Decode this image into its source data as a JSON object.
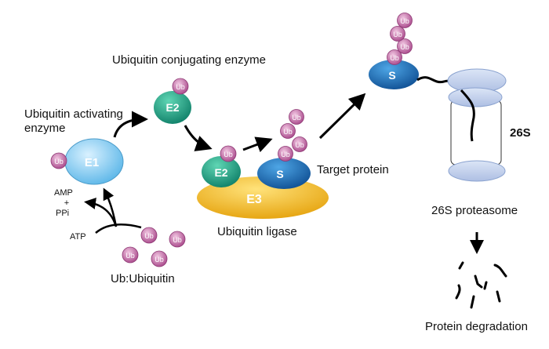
{
  "labels": {
    "ubiquitin_conjugating_enzyme": "Ubiquitin conjugating enzyme",
    "ubiquitin_activating_enzyme_line1": "Ubiquitin activating",
    "ubiquitin_activating_enzyme_line2": "enzyme",
    "target_protein": "Target protein",
    "ubiquitin_ligase": "Ubiquitin ligase",
    "ub_definition": "Ub:Ubiquitin",
    "amp": "AMP",
    "plus": "+",
    "ppi": "PPi",
    "atp": "ATP",
    "proteasome_name": "26S proteasome",
    "proteasome_core": "26S",
    "protein_degradation": "Protein degradation"
  },
  "nodes": {
    "e1": "E1",
    "e2": "E2",
    "e3": "E3",
    "substrate": "S"
  },
  "ubiquitin_label": "Ub",
  "colors": {
    "e1": "#8fd0f0",
    "e2": "#1fa88a",
    "e3": "#f2b81a",
    "substrate": "#1d6fb5",
    "ubiquitin": "#c66aa6",
    "proteasome_cap": "#c9d7ef"
  }
}
